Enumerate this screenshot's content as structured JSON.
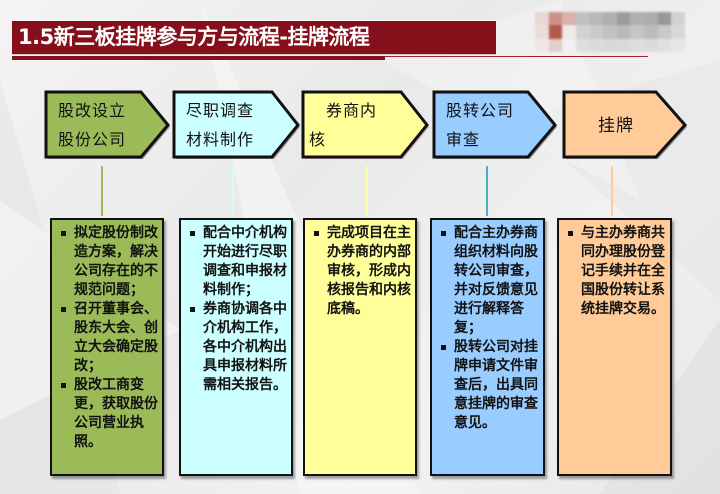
{
  "slide": {
    "title": "1.5新三板挂牌参与方与流程-挂牌流程",
    "colors": {
      "title_bar": "#860f1c",
      "background": "#eeeeee"
    }
  },
  "steps": [
    {
      "label": "股改设立\n股份公司",
      "line1": "股改设立",
      "line2": "股份公司",
      "color": "#9bbb59",
      "connector_color": "#9bbb59",
      "details": [
        "拟定股份制改造方案，解决公司存在的不规范问题；",
        "召开董事会、股东大会、创立大会确定股改；",
        "股改工商变更，获取股份公司营业执照。"
      ]
    },
    {
      "line1": "尽职调查",
      "line2": "材料制作",
      "color": "#ccffff",
      "connector_color": "#ccffff",
      "details": [
        "配合中介机构开始进行尽职调查和申报材料制作；",
        "券商协调各中介机构工作，各中介机构出具申报材料所需相关报告。"
      ]
    },
    {
      "line1": "　券商内",
      "line2": "核",
      "color": "#ffff99",
      "connector_color": "#ffff99",
      "details": [
        "完成项目在主办券商的内部审核，形成内核报告和内核底稿。"
      ]
    },
    {
      "line1": "股转公司",
      "line2": "审查",
      "color": "#99ccff",
      "connector_color": "#4bacc6",
      "details": [
        "配合主办券商组织材料向股转公司审查，并对反馈意见进行解释答复；",
        "股转公司对挂牌申请文件审查后，出具同意挂牌的审查意见。"
      ]
    },
    {
      "line1": "挂牌",
      "line2": "",
      "color": "#ffcc99",
      "connector_color": "#ffcc99",
      "details": [
        "与主办券商共同办理股份登记手续并在全国股份转让系统挂牌交易。"
      ]
    }
  ]
}
